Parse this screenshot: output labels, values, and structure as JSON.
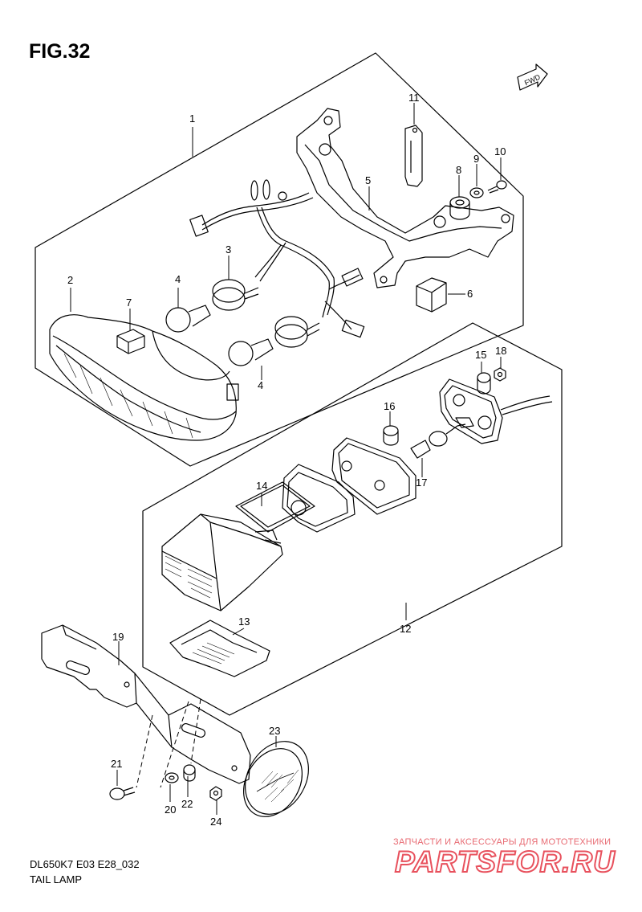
{
  "figure": {
    "title": "FIG.32",
    "model_code": "DL650K7 E03 E28_032",
    "section_name": "TAIL LAMP",
    "fwd_label": "FWD"
  },
  "callouts": [
    {
      "id": "c1",
      "text": "1"
    },
    {
      "id": "c2",
      "text": "2"
    },
    {
      "id": "c3",
      "text": "3"
    },
    {
      "id": "c4a",
      "text": "4"
    },
    {
      "id": "c4b",
      "text": "4"
    },
    {
      "id": "c5",
      "text": "5"
    },
    {
      "id": "c6",
      "text": "6"
    },
    {
      "id": "c7",
      "text": "7"
    },
    {
      "id": "c8",
      "text": "8"
    },
    {
      "id": "c9",
      "text": "9"
    },
    {
      "id": "c10",
      "text": "10"
    },
    {
      "id": "c11",
      "text": "11"
    },
    {
      "id": "c12",
      "text": "12"
    },
    {
      "id": "c13",
      "text": "13"
    },
    {
      "id": "c14",
      "text": "14"
    },
    {
      "id": "c15",
      "text": "15"
    },
    {
      "id": "c16",
      "text": "16"
    },
    {
      "id": "c17",
      "text": "17"
    },
    {
      "id": "c18",
      "text": "18"
    },
    {
      "id": "c19",
      "text": "19"
    },
    {
      "id": "c20",
      "text": "20"
    },
    {
      "id": "c21",
      "text": "21"
    },
    {
      "id": "c22",
      "text": "22"
    },
    {
      "id": "c23",
      "text": "23"
    },
    {
      "id": "c24",
      "text": "24"
    }
  ],
  "watermark": {
    "tagline": "ЗАПЧАСТИ И АКСЕССУАРЫ ДЛЯ МОТОТЕХНИКИ",
    "brand": "PARTSFOR.RU"
  }
}
